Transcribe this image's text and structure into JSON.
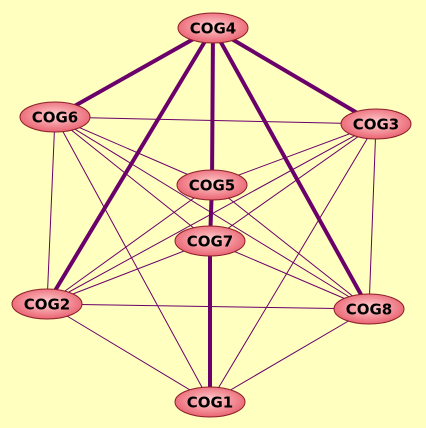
{
  "colors": {
    "background": "#ffffbf",
    "edge": "#6b006b",
    "node_center": "#ffd0d0",
    "node_edge": "#e85a6a",
    "node_stroke": "#8a1f2a"
  },
  "nodes": [
    {
      "id": "COG4",
      "label": "COG4"
    },
    {
      "id": "COG6",
      "label": "COG6"
    },
    {
      "id": "COG3",
      "label": "COG3"
    },
    {
      "id": "COG5",
      "label": "COG5"
    },
    {
      "id": "COG7",
      "label": "COG7"
    },
    {
      "id": "COG2",
      "label": "COG2"
    },
    {
      "id": "COG8",
      "label": "COG8"
    },
    {
      "id": "COG1",
      "label": "COG1"
    }
  ],
  "edges": [
    {
      "source": "COG4",
      "target": "COG6",
      "strong": true
    },
    {
      "source": "COG4",
      "target": "COG3",
      "strong": true
    },
    {
      "source": "COG4",
      "target": "COG2",
      "strong": true
    },
    {
      "source": "COG4",
      "target": "COG5",
      "strong": true
    },
    {
      "source": "COG4",
      "target": "COG8",
      "strong": true
    },
    {
      "source": "COG7",
      "target": "COG1",
      "strong": true
    },
    {
      "source": "COG5",
      "target": "COG7",
      "strong": true
    },
    {
      "source": "COG6",
      "target": "COG3",
      "strong": false
    },
    {
      "source": "COG6",
      "target": "COG5",
      "strong": false
    },
    {
      "source": "COG6",
      "target": "COG7",
      "strong": false
    },
    {
      "source": "COG6",
      "target": "COG2",
      "strong": false
    },
    {
      "source": "COG6",
      "target": "COG8",
      "strong": false
    },
    {
      "source": "COG6",
      "target": "COG1",
      "strong": false
    },
    {
      "source": "COG3",
      "target": "COG5",
      "strong": false
    },
    {
      "source": "COG3",
      "target": "COG7",
      "strong": false
    },
    {
      "source": "COG3",
      "target": "COG2",
      "strong": false
    },
    {
      "source": "COG3",
      "target": "COG8",
      "strong": false
    },
    {
      "source": "COG3",
      "target": "COG1",
      "strong": false
    },
    {
      "source": "COG5",
      "target": "COG2",
      "strong": false
    },
    {
      "source": "COG5",
      "target": "COG8",
      "strong": false
    },
    {
      "source": "COG7",
      "target": "COG2",
      "strong": false
    },
    {
      "source": "COG7",
      "target": "COG8",
      "strong": false
    },
    {
      "source": "COG2",
      "target": "COG8",
      "strong": false
    },
    {
      "source": "COG2",
      "target": "COG1",
      "strong": false
    },
    {
      "source": "COG8",
      "target": "COG1",
      "strong": false
    }
  ]
}
